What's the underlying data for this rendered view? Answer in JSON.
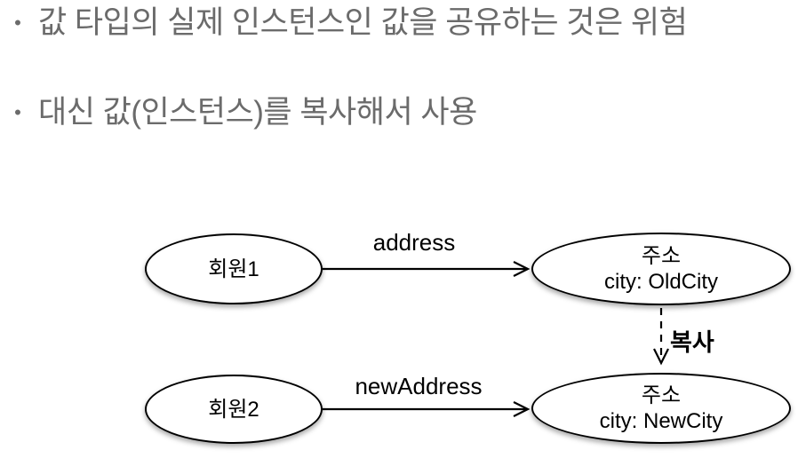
{
  "colors": {
    "background": "#ffffff",
    "bullet_text": "#6b6b6b",
    "diagram_ink": "#000000"
  },
  "bullet_marker": "•",
  "bullets": [
    {
      "text": "값 타입의 실제 인스턴스인 값을 공유하는 것은 위험"
    },
    {
      "text": "대신 값(인스턴스)를 복사해서 사용"
    }
  ],
  "diagram": {
    "nodes": {
      "member1": {
        "label": "회원1"
      },
      "address_old": {
        "title": "주소",
        "subtitle": "city: OldCity"
      },
      "member2": {
        "label": "회원2"
      },
      "address_new": {
        "title": "주소",
        "subtitle": "city: NewCity"
      }
    },
    "edges": {
      "address": {
        "label": "address"
      },
      "new_address": {
        "label": "newAddress"
      },
      "copy": {
        "label": "복사"
      }
    }
  }
}
